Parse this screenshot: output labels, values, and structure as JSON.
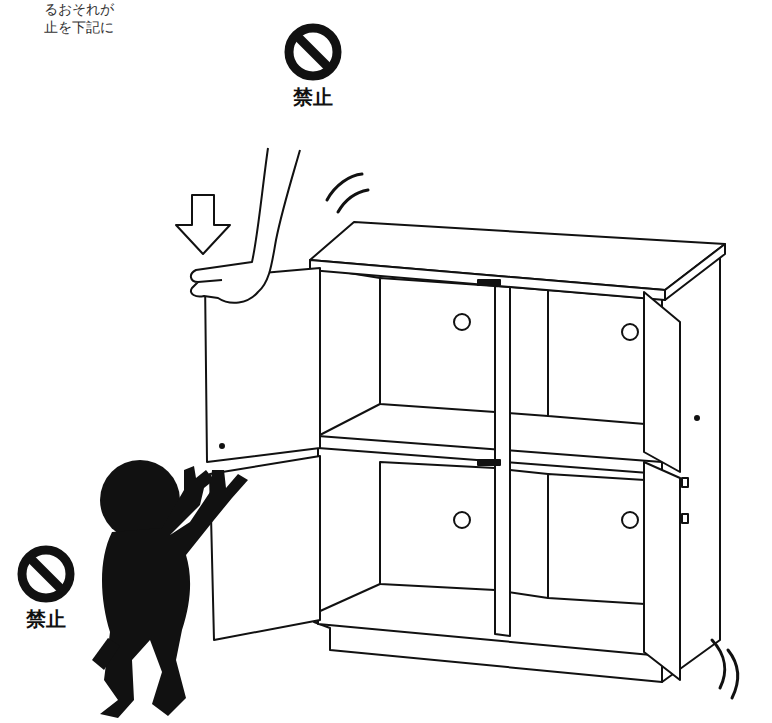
{
  "diagram": {
    "labels": [
      "るおそれが",
      "止を下記に",
      "禁止",
      "禁止"
    ]
  }
}
